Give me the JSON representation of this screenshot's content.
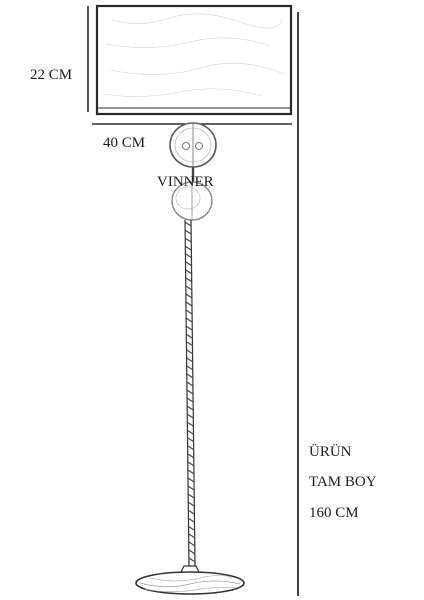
{
  "dimensions": {
    "shade_height": "22 CM",
    "shade_width": "40 CM",
    "total_height_line1": "ÜRÜN",
    "total_height_line2": "TAM BOY",
    "total_height_line3": "160 CM"
  },
  "brand": "VINNER",
  "colors": {
    "ink": "#1e1e1e",
    "line": "#2a2a2a",
    "glass": "#9a9a9a",
    "background": "#ffffff"
  }
}
